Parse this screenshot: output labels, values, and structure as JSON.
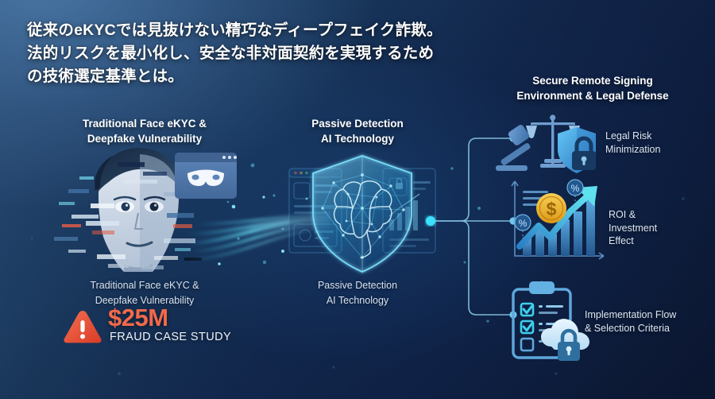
{
  "headline": {
    "line1": "従来のeKYCでは見抜けない精巧なディープフェイク詐欺。",
    "line2": "法的リスクを最小化し、安全な非対面契約を実現するため",
    "line3": "の技術選定基準とは。"
  },
  "colors": {
    "background_top_left": "#2f5277",
    "background_bottom_right": "#0e1c3d",
    "accent_cyan": "#35d6f5",
    "accent_blue": "#4aa6ee",
    "alert_orange": "#f2694a",
    "gold": "#f0b428",
    "text_primary": "#ffffff",
    "text_secondary": "#d6e2f0"
  },
  "left_section": {
    "heading_line1": "Traditional Face eKYC &",
    "heading_line2": "Deepfake Vulnerability",
    "caption_line1": "Traditional Face eKYC &",
    "caption_line2": "Deepfake Vulnerability",
    "icons": [
      "glitch-face-icon",
      "mask-window-icon"
    ],
    "stat": {
      "amount": "$25M",
      "label": "FRAUD CASE STUDY",
      "icon": "warning-triangle-icon"
    }
  },
  "middle_section": {
    "heading_line1": "Passive Detection",
    "heading_line2": "AI Technology",
    "caption_line1": "Passive Detection",
    "caption_line2": "AI Technology",
    "icons": [
      "shield-icon",
      "brain-network-icon",
      "dashboard-panel-icon",
      "lock-icon"
    ]
  },
  "right_section": {
    "heading_line1": "Secure Remote Signing",
    "heading_line2": "Environment & Legal Defense",
    "items": [
      {
        "label_line1": "Legal Risk",
        "label_line2": "Minimization",
        "icons": [
          "gavel-icon",
          "scales-of-justice-icon",
          "shield-padlock-icon"
        ]
      },
      {
        "label_line1": "ROI &",
        "label_line2": "Investment",
        "label_line3": "Effect",
        "icons": [
          "bar-chart-icon",
          "growth-arrow-icon",
          "dollar-coin-icon",
          "percent-badge-icon"
        ]
      },
      {
        "label_line1": "Implementation Flow",
        "label_line2": "& Selection Criteria",
        "icons": [
          "clipboard-checklist-icon",
          "cloud-padlock-icon"
        ]
      }
    ]
  }
}
